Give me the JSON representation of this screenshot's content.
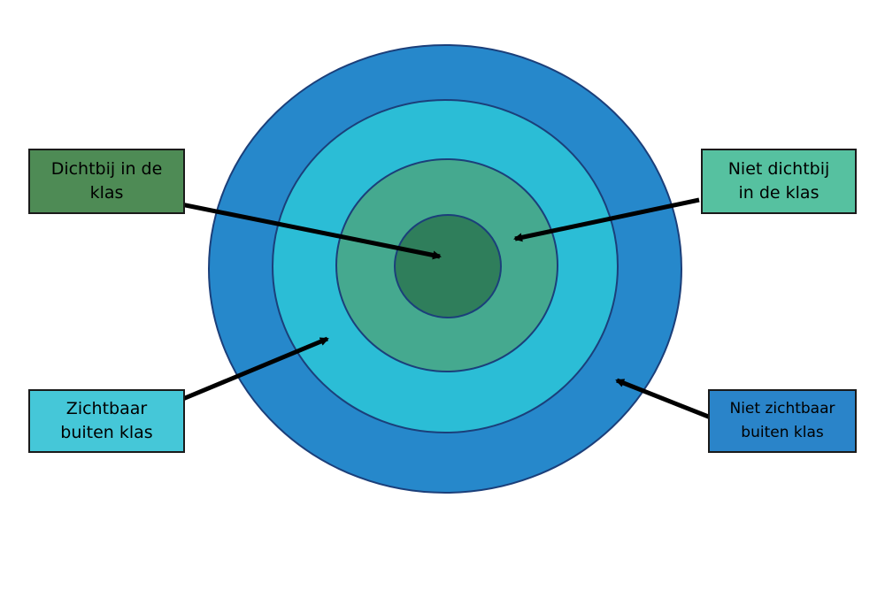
{
  "colors": {
    "ring_outer": "#2688cb",
    "ring_second": "#2bbdd6",
    "ring_third": "#45a98f",
    "ring_core": "#2f7e5b",
    "stroke": "#1b3f7a"
  },
  "labels": {
    "top_left": {
      "text": "Dichtbij in de klas",
      "color": "#4e8b55"
    },
    "top_right": {
      "text": "Niet dichtbij in de klas",
      "color": "#56c1a0"
    },
    "bottom_left": {
      "text": "Zichtbaar buiten klas",
      "color": "#45c7d8"
    },
    "bottom_right": {
      "text": "Niet zichtbaar buiten klas",
      "color": "#2a84c9"
    }
  }
}
